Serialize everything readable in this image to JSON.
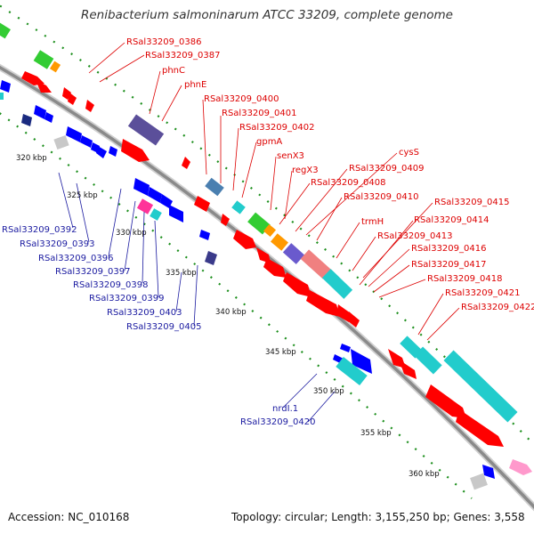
{
  "title": "Renibacterium salmoninarum ATCC 33209, complete genome",
  "footer": {
    "accession": "Accession: NC_010168",
    "summary": "Topology: circular; Length: 3,155,250 bp; Genes: 3,558"
  },
  "colors": {
    "forward_label": "#dd0000",
    "reverse_label": "#1a1aa0",
    "backbone": "#9a9a9a",
    "tick_dots": "#1d8f1d",
    "feature_red": "#ff0000",
    "feature_blue": "#0000ff",
    "feature_cyan": "#22cccc",
    "feature_green": "#33cc33",
    "feature_purple": "#5b4f9a",
    "feature_orange": "#ff9900",
    "feature_pink": "#ff99cc",
    "feature_magenta": "#ff3399",
    "feature_gray": "#c8c8c8",
    "feature_navy": "#1a2a80"
  },
  "kbp_ticks": [
    "320 kbp",
    "325 kbp",
    "330 kbp",
    "335 kbp",
    "340 kbp",
    "345 kbp",
    "350 kbp",
    "355 kbp",
    "360 kbp"
  ],
  "forward_labels": [
    "RSal33209_0386",
    "RSal33209_0387",
    "phnC",
    "phnE",
    "RSal33209_0400",
    "RSal33209_0401",
    "RSal33209_0402",
    "gpmA",
    "senX3",
    "regX3",
    "RSal33209_0409",
    "RSal33209_0408",
    "cysS",
    "RSal33209_0410",
    "trmH",
    "RSal33209_0413",
    "RSal33209_0415",
    "RSal33209_0414",
    "RSal33209_0416",
    "RSal33209_0417",
    "RSal33209_0418",
    "RSal33209_0421",
    "RSal33209_0422"
  ],
  "reverse_labels": [
    "RSal33209_0392",
    "RSal33209_0393",
    "RSal33209_0396",
    "RSal33209_0397",
    "RSal33209_0398",
    "RSal33209_0399",
    "RSal33209_0403",
    "RSal33209_0405",
    "nrdI.1",
    "RSal33209_0420"
  ]
}
